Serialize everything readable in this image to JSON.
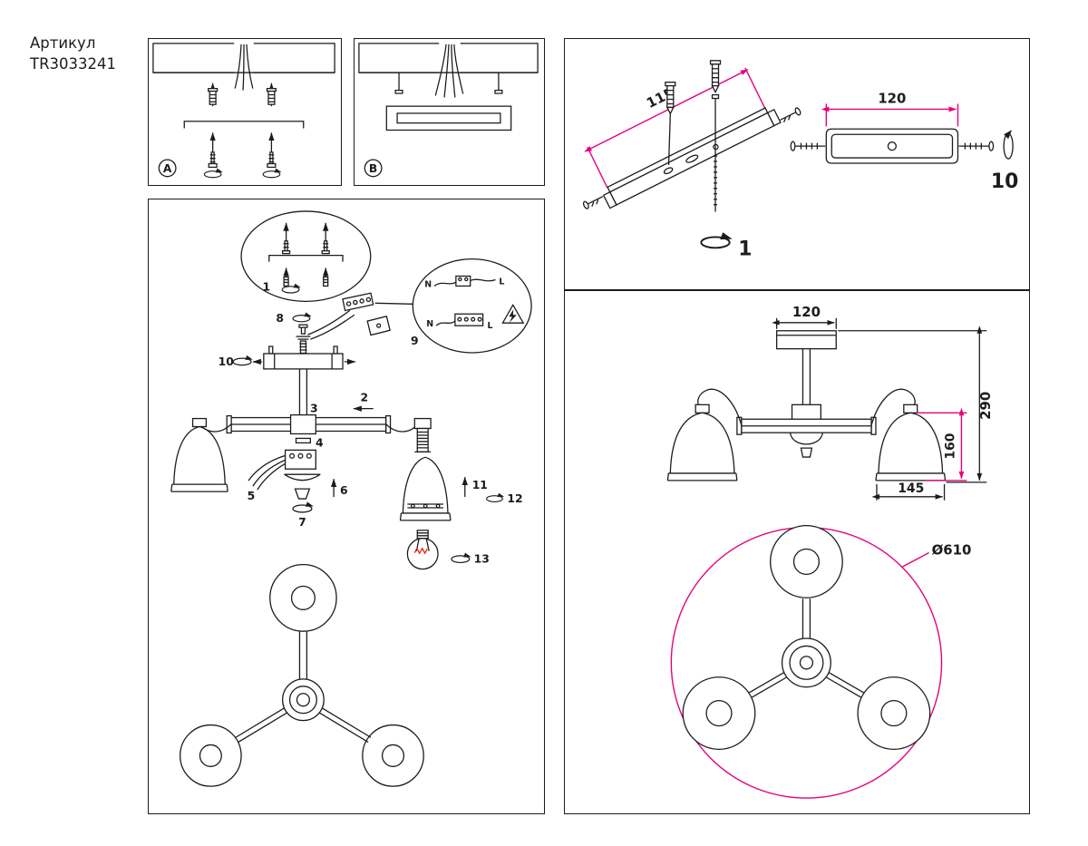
{
  "article": {
    "label": "Артикул",
    "number": "TR3033241"
  },
  "colors": {
    "line": "#1c1c1c",
    "accent": "#e6007e",
    "filament": "#e8220f",
    "paper": "#ffffff"
  },
  "ceiling_mount": {
    "variant_a": "A",
    "variant_b": "B"
  },
  "assembly": {
    "parts": {
      "p1": "1",
      "p2": "2",
      "p3": "3",
      "p4": "4",
      "p5": "5",
      "p6": "6",
      "p7": "7",
      "p8": "8",
      "p9": "9",
      "p10": "10",
      "p11": "11",
      "p12": "12",
      "p13": "13"
    },
    "wiring": {
      "neutral": "N",
      "live": "L"
    }
  },
  "bracket_detail": {
    "dim_holes": "115",
    "dim_plate": "120",
    "step_bracket": "1",
    "step_plate": "10"
  },
  "overall_dimensions": {
    "canopy_width": "120",
    "total_height": "290",
    "shade_height": "160",
    "shade_diameter": "145",
    "fixture_diameter": "Ø610"
  }
}
